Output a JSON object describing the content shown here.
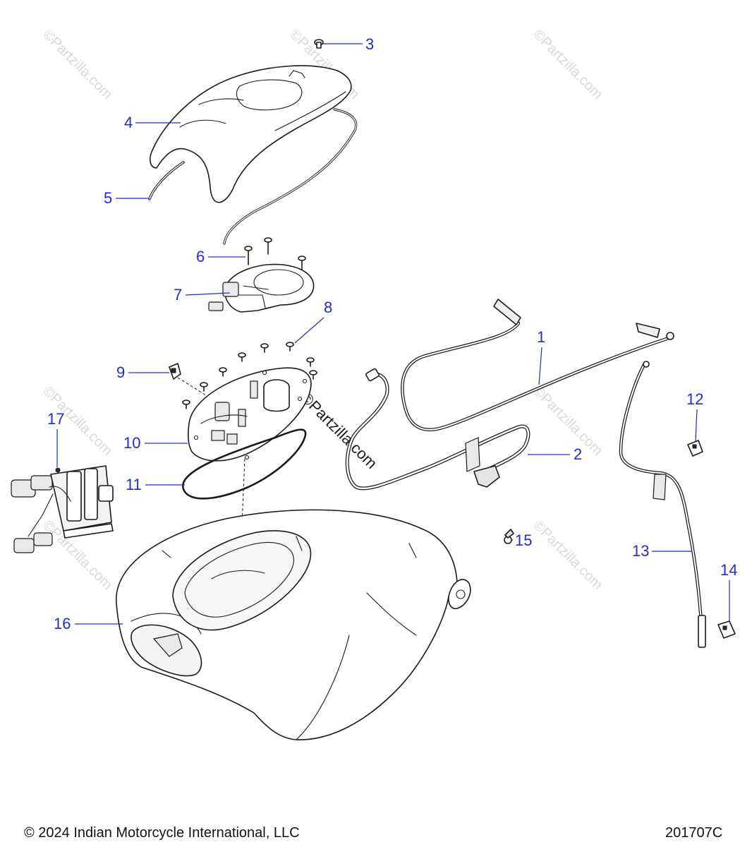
{
  "callouts": [
    {
      "number": "1",
      "part": "vent-line"
    },
    {
      "number": "2",
      "part": "fuel-line"
    },
    {
      "number": "3",
      "part": "screw"
    },
    {
      "number": "4",
      "part": "tank-cover"
    },
    {
      "number": "5",
      "part": "trim-strip"
    },
    {
      "number": "6",
      "part": "screws"
    },
    {
      "number": "7",
      "part": "fuel-gauge-bracket"
    },
    {
      "number": "8",
      "part": "bolts"
    },
    {
      "number": "9",
      "part": "connector-clip"
    },
    {
      "number": "10",
      "part": "pump-plate"
    },
    {
      "number": "11",
      "part": "gasket"
    },
    {
      "number": "12",
      "part": "clip"
    },
    {
      "number": "13",
      "part": "drain-hose"
    },
    {
      "number": "14",
      "part": "clip"
    },
    {
      "number": "15",
      "part": "clamp"
    },
    {
      "number": "16",
      "part": "fuel-tank"
    },
    {
      "number": "17",
      "part": "fuel-pump"
    }
  ],
  "watermark": "©Partzilla.com",
  "footer": {
    "copyright": "© 2024 Indian Motorcycle International, LLC",
    "diagram_code": "201707C"
  }
}
